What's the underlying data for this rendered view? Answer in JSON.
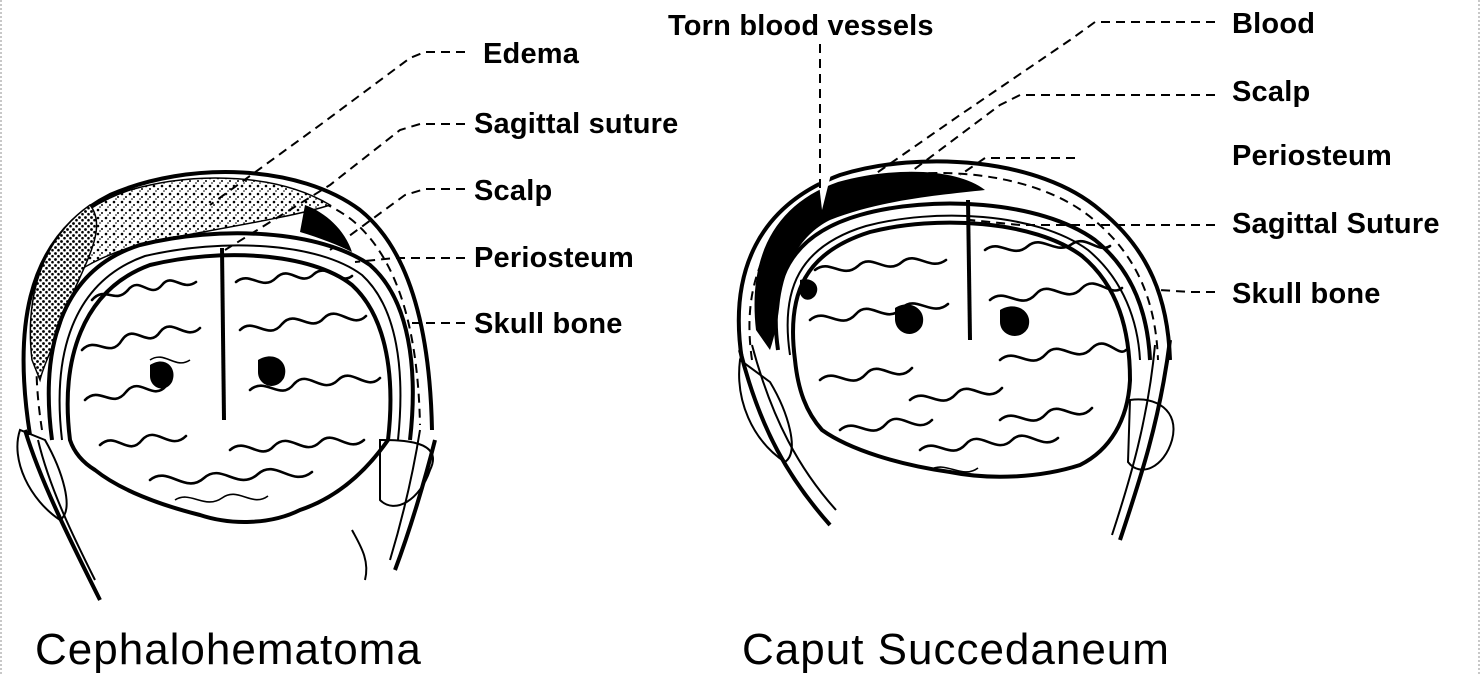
{
  "left_figure": {
    "caption": "Cephalohematoma",
    "labels": {
      "edema": "Edema",
      "sagittal_suture": "Sagittal suture",
      "scalp": "Scalp",
      "periosteum": "Periosteum",
      "skull_bone": "Skull bone"
    }
  },
  "right_figure": {
    "caption": "Caput Succedaneum",
    "labels": {
      "torn_blood_vessels": "Torn blood vessels",
      "blood": "Blood",
      "scalp": "Scalp",
      "periosteum": "Periosteum",
      "sagittal_suture": "Sagittal Suture",
      "skull_bone": "Skull bone"
    }
  }
}
